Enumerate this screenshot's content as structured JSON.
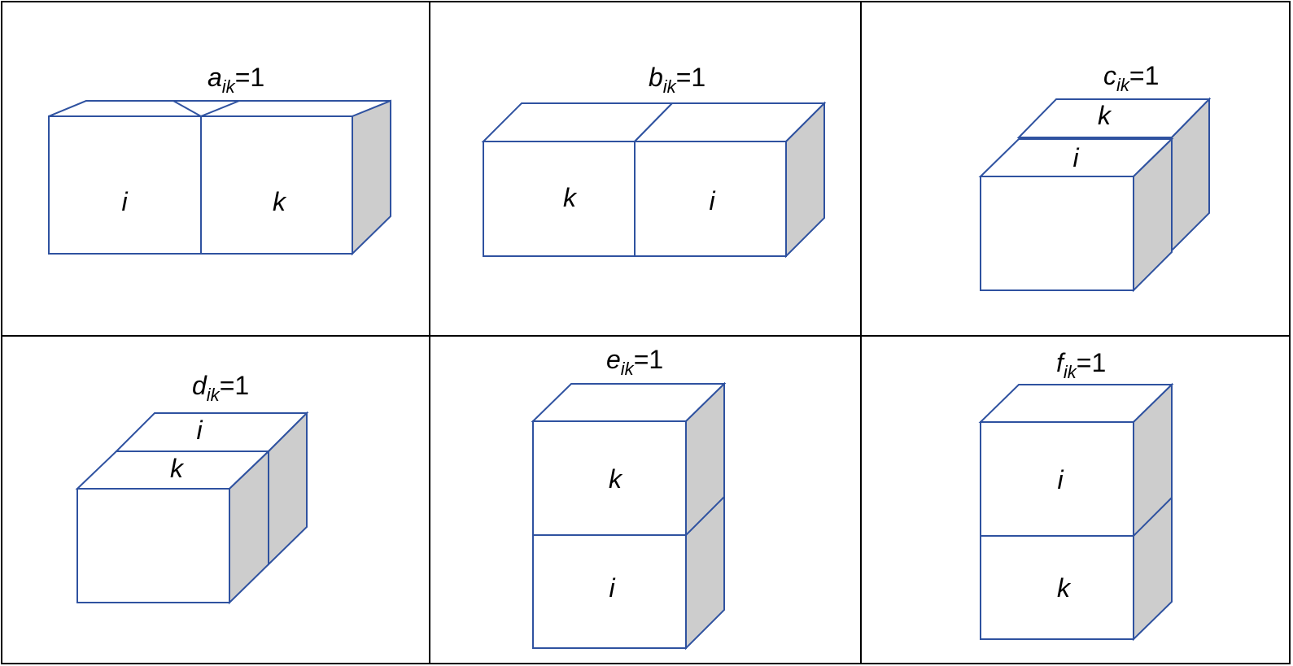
{
  "panels": {
    "a": {
      "var": "a",
      "sub": "ik",
      "eq": "=1",
      "labels": [
        "i",
        "k"
      ]
    },
    "b": {
      "var": "b",
      "sub": "ik",
      "eq": "=1",
      "labels": [
        "k",
        "i"
      ]
    },
    "c": {
      "var": "c",
      "sub": "ik",
      "eq": "=1",
      "labels": [
        "k",
        "i"
      ]
    },
    "d": {
      "var": "d",
      "sub": "ik",
      "eq": "=1",
      "labels": [
        "i",
        "k"
      ]
    },
    "e": {
      "var": "e",
      "sub": "ik",
      "eq": "=1",
      "labels": [
        "k",
        "i"
      ]
    },
    "f": {
      "var": "f",
      "sub": "ik",
      "eq": "=1",
      "labels": [
        "i",
        "k"
      ]
    }
  },
  "colors": {
    "edge": "#2f52a0",
    "side_face": "#cdcdcd",
    "front_face": "#ffffff",
    "grid": "#000000"
  }
}
